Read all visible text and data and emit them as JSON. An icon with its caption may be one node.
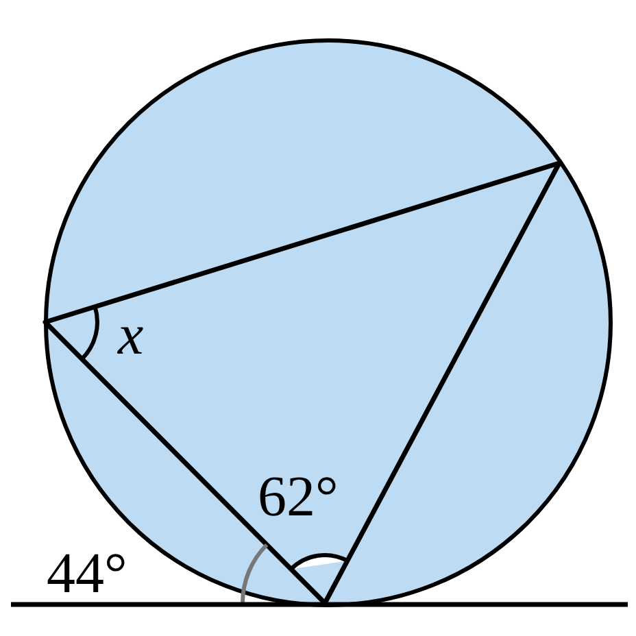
{
  "diagram": {
    "labels": [
      "x",
      "62°",
      "44°"
    ]
  }
}
